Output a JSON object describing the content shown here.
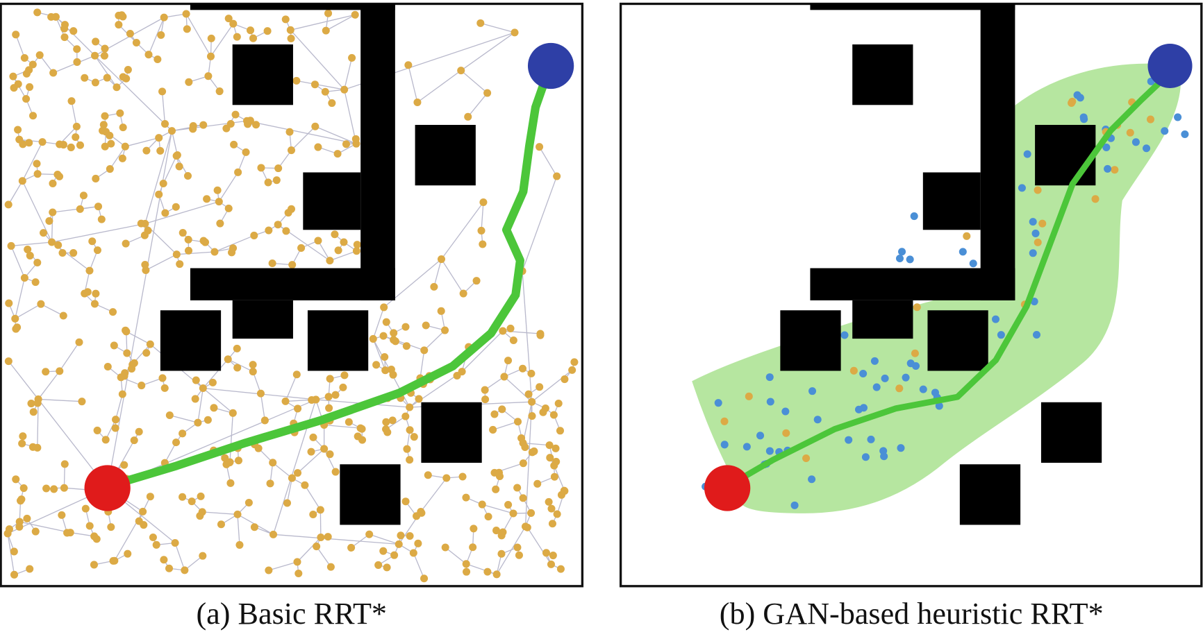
{
  "figure": {
    "panels": [
      {
        "id": "a",
        "caption": "(a) Basic RRT*"
      },
      {
        "id": "b",
        "caption": "(b) GAN-based heuristic RRT*"
      }
    ]
  },
  "colors": {
    "obstacle": "#000000",
    "start": "#e01b1b",
    "goal": "#2e3fa6",
    "path": "#4cc63a",
    "tree_node": "#dcaa45",
    "tree_edge": "#b9b9cc",
    "gan_region": "#b6e6a0",
    "gan_node": "#4a8fd6"
  }
}
